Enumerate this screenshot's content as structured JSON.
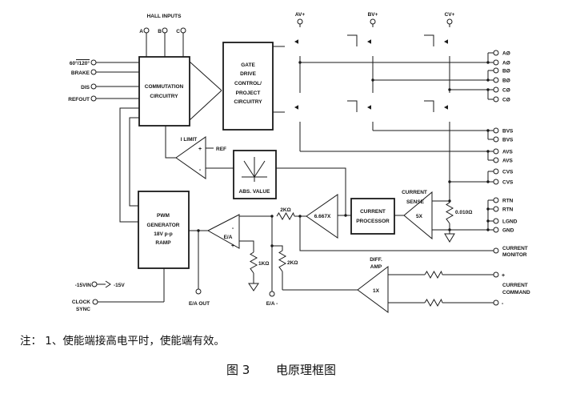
{
  "note": "注： 1、使能端接高电平时，使能端有效。",
  "caption": {
    "fig": "图 3",
    "title": "电原理框图"
  },
  "colors": {
    "ink": "#1a1a1a",
    "paper": "#ffffff"
  },
  "diagram": {
    "hall": {
      "title": "HALL INPUTS",
      "pins": [
        "A",
        "B",
        "C"
      ]
    },
    "left_pins": [
      "60°/120°",
      "BRAKE",
      "DIS",
      "REFOUT"
    ],
    "commutation": [
      "COMMUTATION",
      "CIRCUITRY"
    ],
    "gate_drive": [
      "GATE",
      "DRIVE",
      "CONTROL/",
      "PROJECT",
      "CIRCUITRY"
    ],
    "pwm": [
      "PWM",
      "GENERATOR",
      "18V p-p",
      "RAMP"
    ],
    "abs_value": "ABS. VALUE",
    "current_processor": [
      "CURRENT",
      "PROCESSOR"
    ],
    "current_sense": [
      "CURRENT",
      "SENSE"
    ],
    "diff_amp": [
      "DIFF.",
      "AMP"
    ],
    "i_limit": "I LIMIT",
    "ref": "REF",
    "plus": "+",
    "minus": "-",
    "ea": "E/A",
    "gains": {
      "feedback": "6.667X",
      "sense": "5X",
      "diff": "1X"
    },
    "resistors": {
      "fb": "2KΩ",
      "in": "2KΩ",
      "gnd": "1KΩ",
      "shunt": "0.010Ω"
    },
    "supplies": [
      "AV+",
      "BV+",
      "CV+"
    ],
    "out_pins": [
      "AØ",
      "AØ",
      "BØ",
      "BØ",
      "CØ",
      "CØ"
    ],
    "sense_pins": [
      "BVS",
      "BVS",
      "AVS",
      "AVS",
      "CVS",
      "CVS"
    ],
    "gnd_pins": [
      "RTN",
      "RTN",
      "LGND",
      "GND"
    ],
    "monitor": [
      "CURRENT",
      "MONITOR"
    ],
    "command": [
      "CURRENT",
      "COMMAND"
    ],
    "bottom_pins": {
      "vin": "-15VIN",
      "v": "-15V",
      "clock": [
        "CLOCK",
        "SYNC"
      ],
      "ea_out": "E/A OUT",
      "ea_minus": "E/A -"
    }
  }
}
